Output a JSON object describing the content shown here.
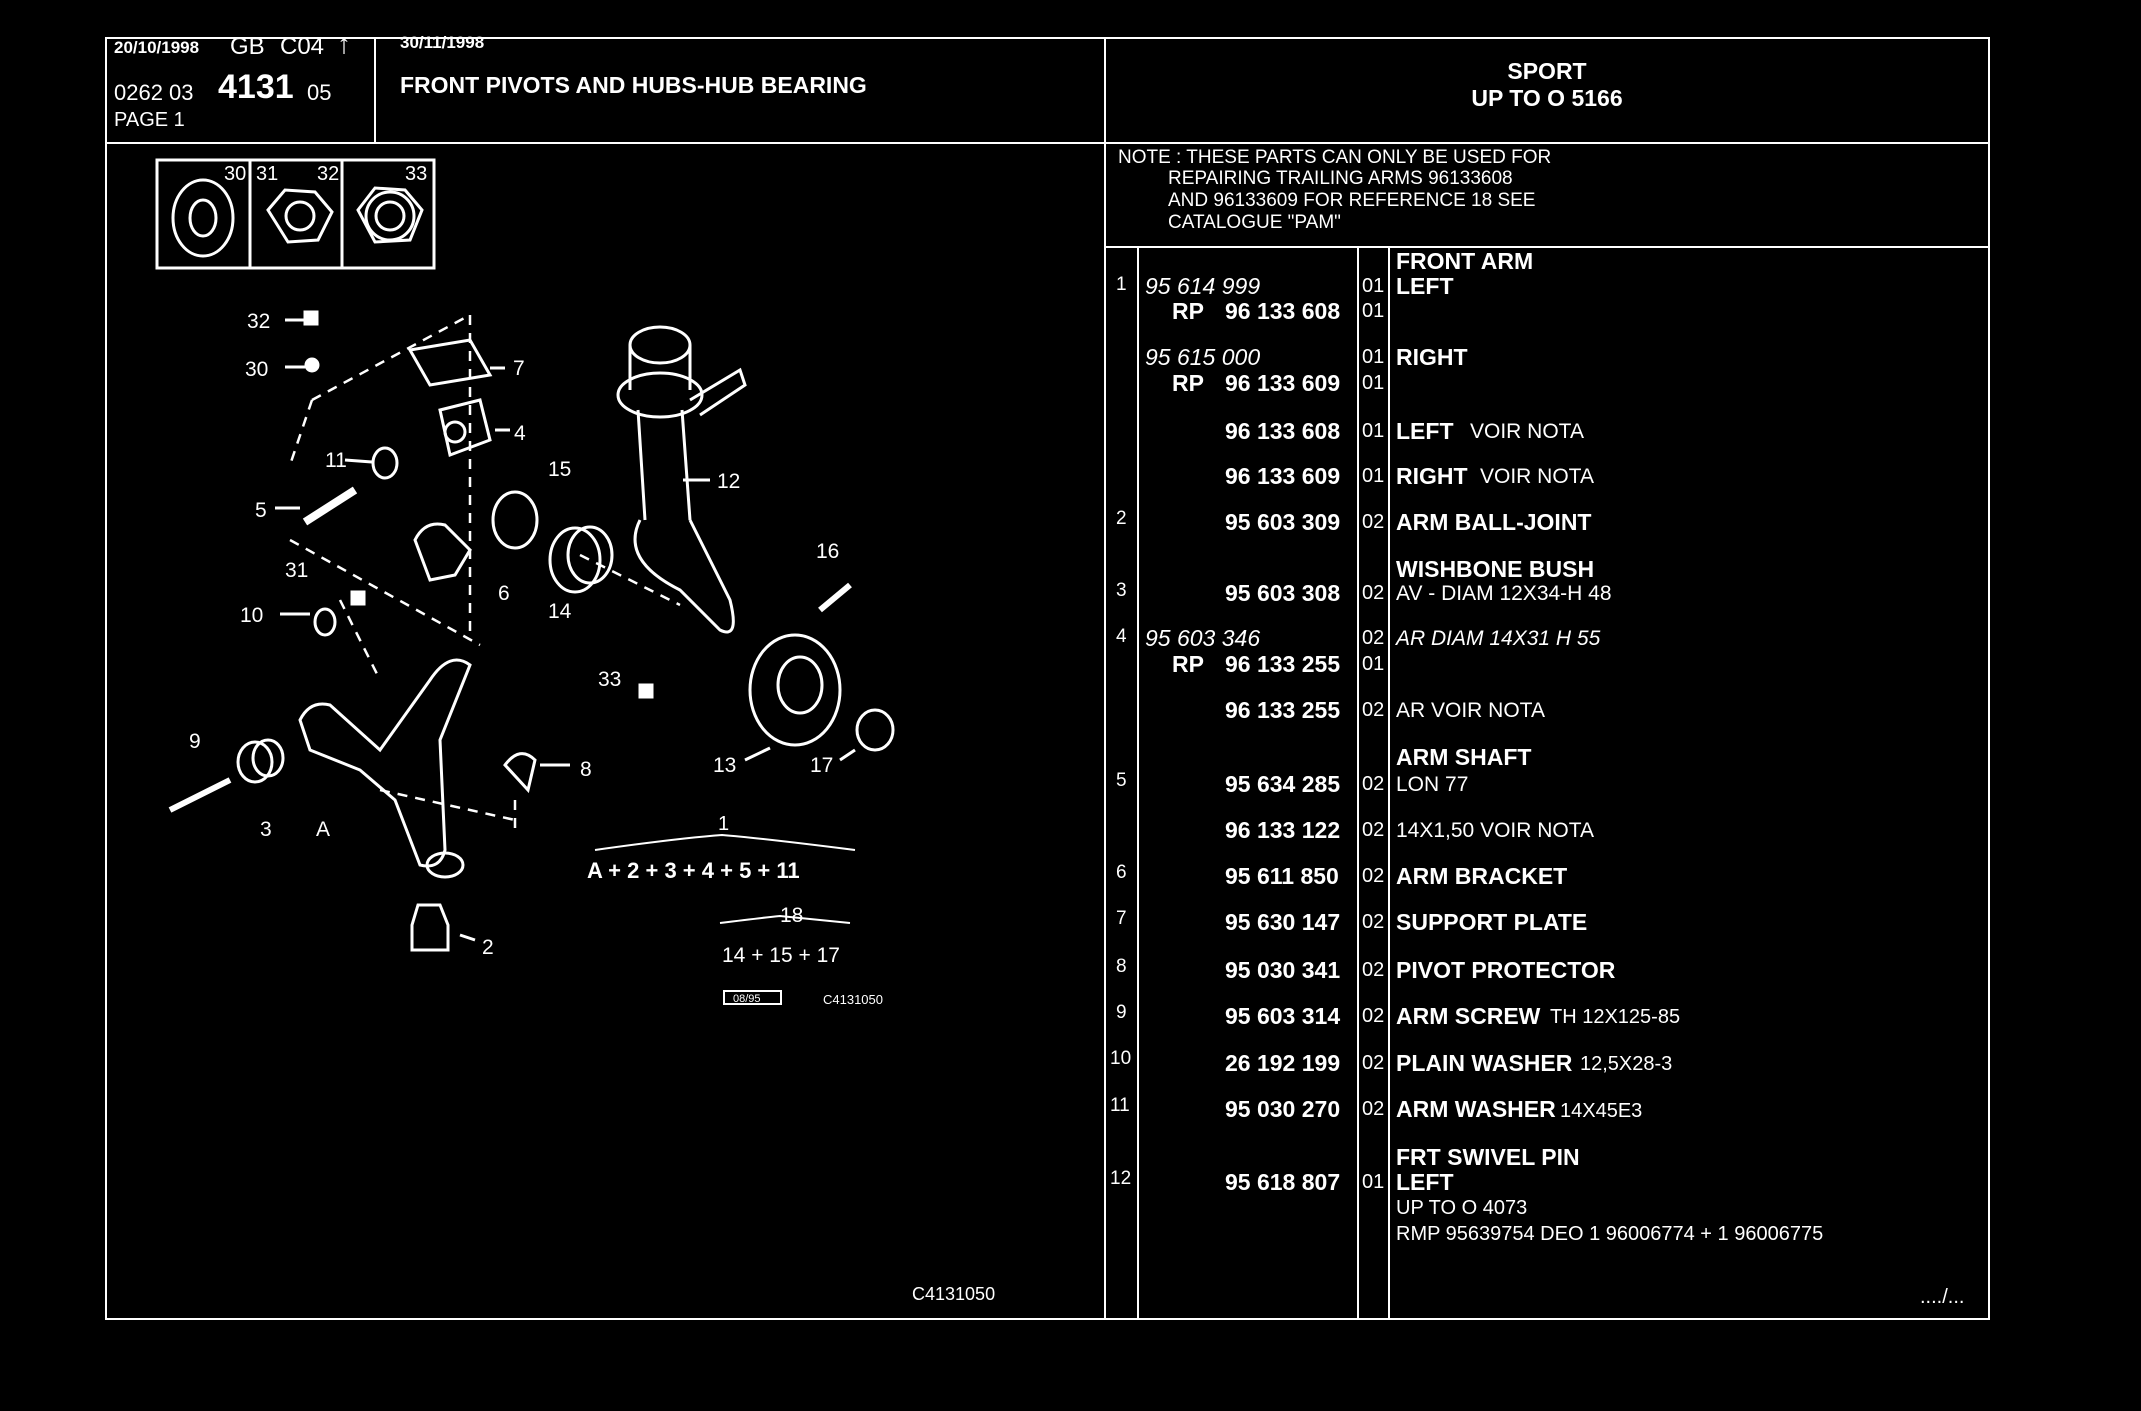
{
  "header": {
    "date1": "20/10/1998",
    "lang": "GB",
    "code": "C04",
    "arrow": "↑",
    "ref_prefix": "0262  03",
    "ref_main": "4131",
    "ref_suffix": "05",
    "page": "PAGE  1",
    "date2": "30/11/1998",
    "title": "FRONT PIVOTS AND HUBS-HUB BEARING",
    "model_line1": "SPORT",
    "model_line2": "UP TO O  5166"
  },
  "note": {
    "line1": "NOTE : THESE PARTS CAN ONLY BE USED FOR",
    "line2": "REPAIRING TRAILING ARMS 96133608",
    "line3": "AND 96133609 FOR REFERENCE 18 SEE",
    "line4": "CATALOGUE \"PAM\""
  },
  "diagram": {
    "inset_labels": [
      "30",
      "31",
      "32",
      "33"
    ],
    "callouts": [
      "32",
      "30",
      "7",
      "4",
      "11",
      "15",
      "12",
      "5",
      "31",
      "6",
      "14",
      "16",
      "10",
      "33",
      "9",
      "8",
      "13",
      "17",
      "3",
      "A",
      "2"
    ],
    "formula1_label": "1",
    "formula1": "A + 2 + 3 + 4 + 5 + 11",
    "formula2_label": "18",
    "formula2": "14 + 15 + 17",
    "stamp": "08/95",
    "figure_code": "C4131050",
    "figure_code_bottom": "C4131050"
  },
  "parts": [
    {
      "num": "",
      "alt": "",
      "rp": "",
      "ref": "",
      "qty": "",
      "desc_bold": "FRONT ARM",
      "desc": ""
    },
    {
      "num": "1",
      "alt": "95 614 999",
      "rp": "",
      "ref": "",
      "qty": "01",
      "desc_bold": "LEFT",
      "desc": ""
    },
    {
      "num": "",
      "alt": "",
      "rp": "RP",
      "ref": "96 133 608",
      "qty": "01",
      "desc_bold": "",
      "desc": ""
    },
    {
      "num": "",
      "alt": "95 615 000",
      "rp": "",
      "ref": "",
      "qty": "01",
      "desc_bold": "RIGHT",
      "desc": ""
    },
    {
      "num": "",
      "alt": "",
      "rp": "RP",
      "ref": "96 133 609",
      "qty": "01",
      "desc_bold": "",
      "desc": ""
    },
    {
      "num": "",
      "alt": "",
      "rp": "",
      "ref": "96 133 608",
      "qty": "01",
      "desc_bold": "LEFT",
      "desc": "VOIR NOTA"
    },
    {
      "num": "",
      "alt": "",
      "rp": "",
      "ref": "96 133 609",
      "qty": "01",
      "desc_bold": "RIGHT",
      "desc": "VOIR NOTA"
    },
    {
      "num": "2",
      "alt": "",
      "rp": "",
      "ref": "95 603 309",
      "qty": "02",
      "desc_bold": "ARM BALL-JOINT",
      "desc": ""
    },
    {
      "num": "",
      "alt": "",
      "rp": "",
      "ref": "",
      "qty": "",
      "desc_bold": "WISHBONE BUSH",
      "desc": ""
    },
    {
      "num": "3",
      "alt": "",
      "rp": "",
      "ref": "95 603 308",
      "qty": "02",
      "desc_bold": "",
      "desc": "AV - DIAM 12X34-H 48"
    },
    {
      "num": "4",
      "alt": "95 603 346",
      "rp": "",
      "ref": "",
      "qty": "02",
      "desc_bold": "",
      "desc": "AR DIAM 14X31 H 55"
    },
    {
      "num": "",
      "alt": "",
      "rp": "RP",
      "ref": "96 133 255",
      "qty": "01",
      "desc_bold": "",
      "desc": ""
    },
    {
      "num": "",
      "alt": "",
      "rp": "",
      "ref": "96 133 255",
      "qty": "02",
      "desc_bold": "",
      "desc": "AR VOIR NOTA"
    },
    {
      "num": "",
      "alt": "",
      "rp": "",
      "ref": "",
      "qty": "",
      "desc_bold": "ARM SHAFT",
      "desc": ""
    },
    {
      "num": "5",
      "alt": "",
      "rp": "",
      "ref": "95 634 285",
      "qty": "02",
      "desc_bold": "",
      "desc": "LON 77"
    },
    {
      "num": "",
      "alt": "",
      "rp": "",
      "ref": "96 133 122",
      "qty": "02",
      "desc_bold": "",
      "desc": "14X1,50 VOIR NOTA"
    },
    {
      "num": "6",
      "alt": "",
      "rp": "",
      "ref": "95 611 850",
      "qty": "02",
      "desc_bold": "ARM BRACKET",
      "desc": ""
    },
    {
      "num": "7",
      "alt": "",
      "rp": "",
      "ref": "95 630 147",
      "qty": "02",
      "desc_bold": "SUPPORT PLATE",
      "desc": ""
    },
    {
      "num": "8",
      "alt": "",
      "rp": "",
      "ref": "95 030 341",
      "qty": "02",
      "desc_bold": "PIVOT PROTECTOR",
      "desc": ""
    },
    {
      "num": "9",
      "alt": "",
      "rp": "",
      "ref": "95 603 314",
      "qty": "02",
      "desc_bold": "ARM SCREW",
      "desc": "TH 12X125-85"
    },
    {
      "num": "10",
      "alt": "",
      "rp": "",
      "ref": "26 192 199",
      "qty": "02",
      "desc_bold": "PLAIN WASHER",
      "desc": "12,5X28-3"
    },
    {
      "num": "11",
      "alt": "",
      "rp": "",
      "ref": "95 030 270",
      "qty": "02",
      "desc_bold": "ARM WASHER",
      "desc": "14X45E3"
    },
    {
      "num": "",
      "alt": "",
      "rp": "",
      "ref": "",
      "qty": "",
      "desc_bold": "FRT SWIVEL PIN",
      "desc": ""
    },
    {
      "num": "12",
      "alt": "",
      "rp": "",
      "ref": "95 618 807",
      "qty": "01",
      "desc_bold": "LEFT",
      "desc": ""
    },
    {
      "num": "",
      "alt": "",
      "rp": "",
      "ref": "",
      "qty": "",
      "desc_bold": "",
      "desc": "UP TO O 4073"
    },
    {
      "num": "",
      "alt": "",
      "rp": "",
      "ref": "",
      "qty": "",
      "desc_bold": "",
      "desc": "RMP 95639754 DEO 1 96006774  +  1 96006775"
    }
  ],
  "footer": {
    "continued": "..../..."
  }
}
